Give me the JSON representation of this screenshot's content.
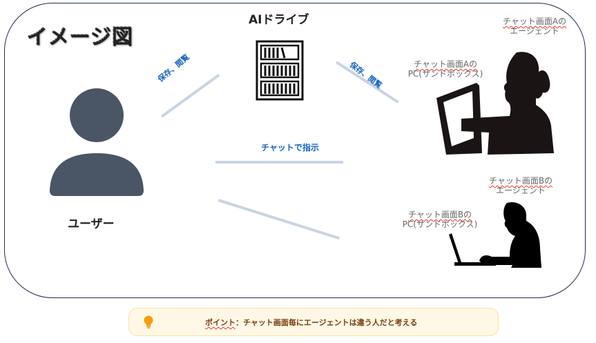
{
  "diagram": {
    "title": "イメージ図",
    "nodes": {
      "ai_drive": {
        "label": "AIドライブ",
        "icon": "bookshelf-icon"
      },
      "user": {
        "label": "ユーザー",
        "icon": "user-icon"
      },
      "agent_a": {
        "label_line1": "チャット画面Aの",
        "label_line2": "エージェント",
        "icon": "woman-at-computer-silhouette"
      },
      "pc_a": {
        "label_line1": "チャット画面Aの",
        "label_line2": "PC(サンドボックス)"
      },
      "agent_b": {
        "label_line1": "チャット画面Bの",
        "label_line2": "エージェント",
        "icon": "man-at-laptop-silhouette"
      },
      "pc_b": {
        "label_line1": "チャット画面Bの",
        "label_line2": "PC(サンドボックス)"
      }
    },
    "edges": {
      "user_to_drive": "保存、閲覧",
      "drive_to_pc_a": "保存、閲覧",
      "user_to_agents": "チャットで指示"
    },
    "colors": {
      "frame": "#1f2d4d",
      "edge_line": "#c9d4e2",
      "edge_label": "#1565c0",
      "user_icon": "#4a5566",
      "point_bg": "#fff8e6",
      "point_border": "#fbe19a",
      "point_text": "#7a3c10",
      "bulb": "#f59e0b"
    }
  },
  "point_box": {
    "prefix": "ポイント",
    "separator": "：",
    "text": "チャット画面毎にエージェントは違う人だと考える",
    "icon": "lightbulb-icon"
  }
}
